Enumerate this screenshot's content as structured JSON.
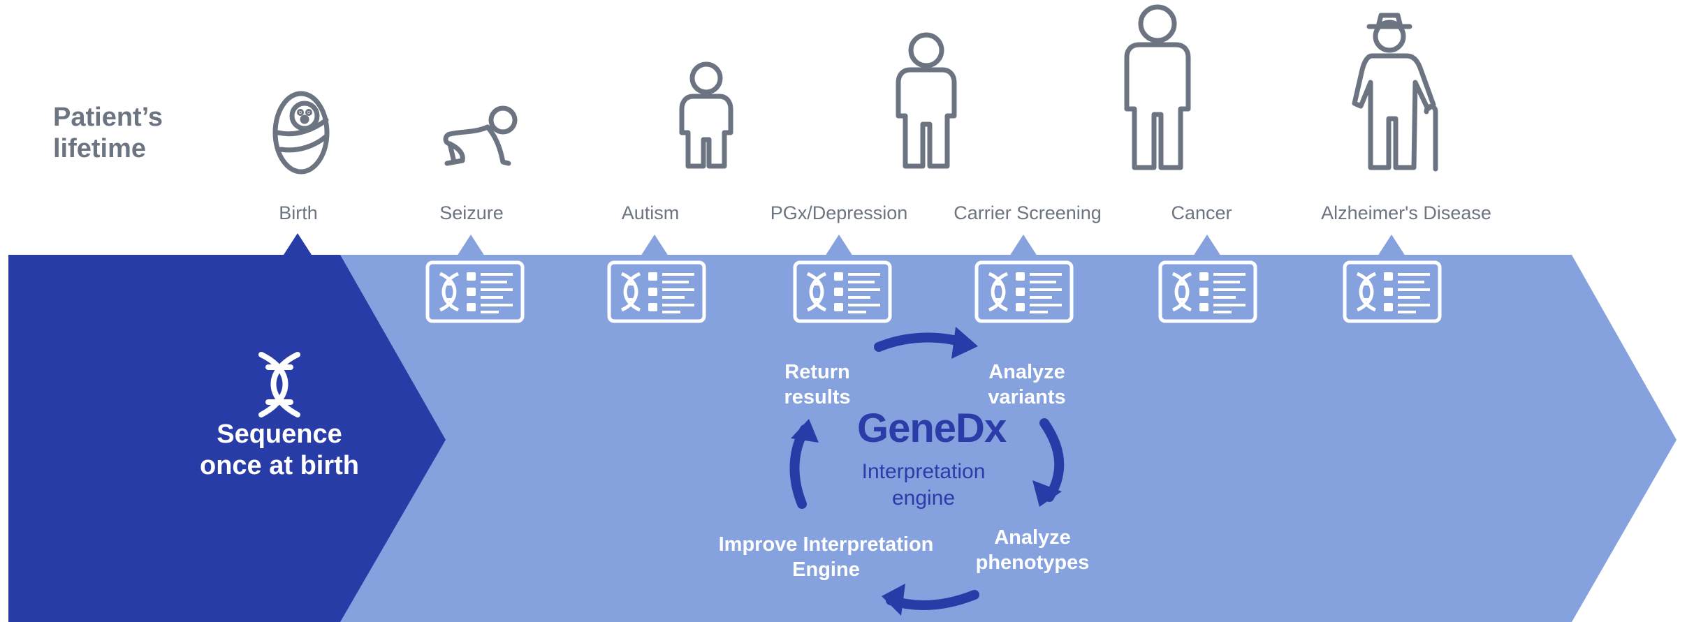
{
  "lifetime_title": "Patient’s\nlifetime",
  "stages": [
    {
      "label": "Birth",
      "icon": "baby-icon"
    },
    {
      "label": "Seizure",
      "icon": "crawling-baby-icon"
    },
    {
      "label": "Autism",
      "icon": "child-icon"
    },
    {
      "label": "PGx/Depression",
      "icon": "teen-icon"
    },
    {
      "label": "Carrier Screening",
      "icon": "adult-icon"
    },
    {
      "label": "Cancer",
      "icon": "adult-icon"
    },
    {
      "label": "Alzheimer's Disease",
      "icon": "elderly-icon"
    }
  ],
  "report_icon": "genetic-report-icon",
  "sequence_text": "Sequence\nonce at birth",
  "cycle": {
    "logo": "GeneDx",
    "center_text": "Interpretation\nengine",
    "steps": {
      "return_results": "Return\nresults",
      "analyze_variants": "Analyze\nvariants",
      "analyze_phenotypes": "Analyze\nphenotypes",
      "improve_engine": "Improve Interpretation\nEngine"
    }
  },
  "colors": {
    "dark_blue": "#283ca8",
    "light_blue": "#85a2df",
    "gray": "#6b7480",
    "white": "#ffffff"
  }
}
